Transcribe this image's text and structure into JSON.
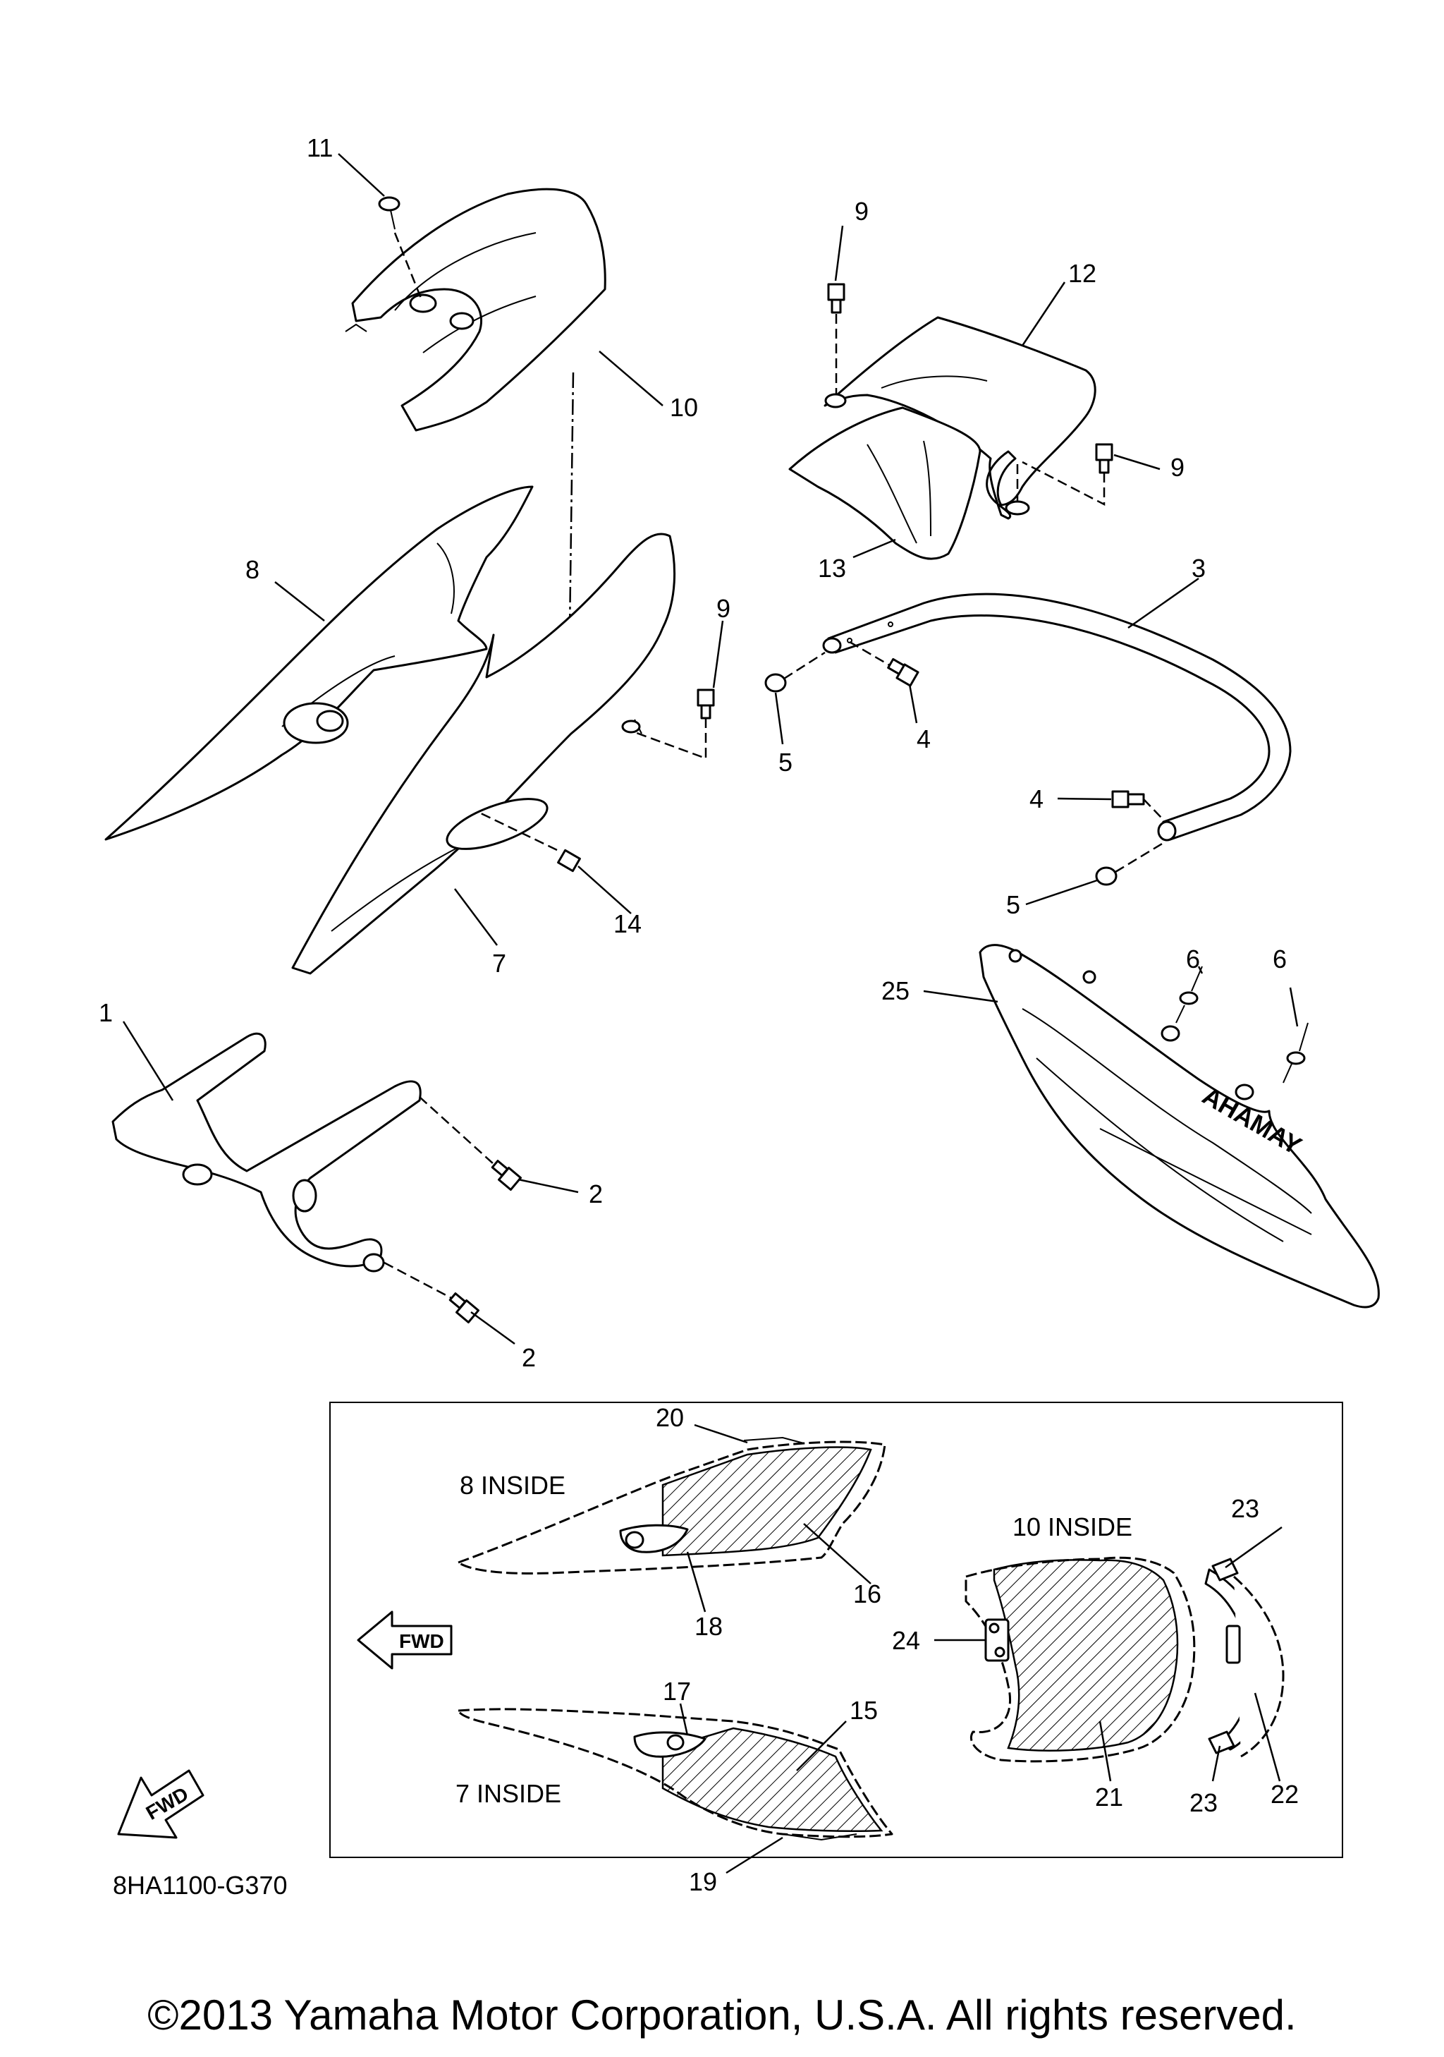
{
  "callouts": {
    "c1": "1",
    "c2a": "2",
    "c2b": "2",
    "c3": "3",
    "c4a": "4",
    "c4b": "4",
    "c5a": "5",
    "c5b": "5",
    "c6a": "6",
    "c6b": "6",
    "c7": "7",
    "c8": "8",
    "c9a": "9",
    "c9b": "9",
    "c9c": "9",
    "c10": "10",
    "c11": "11",
    "c12": "12",
    "c13": "13",
    "c14": "14",
    "c15": "15",
    "c16": "16",
    "c17": "17",
    "c18": "18",
    "c19": "19",
    "c20": "20",
    "c21": "21",
    "c22": "22",
    "c23a": "23",
    "c23b": "23",
    "c24": "24",
    "c25": "25"
  },
  "inset": {
    "label_8_inside": "8 INSIDE",
    "label_10_inside": "10 INSIDE",
    "label_7_inside": "7 INSIDE",
    "fwd_arrow": "FWD"
  },
  "fwd_badge": "FWD",
  "part_code": "8HA1100-G370",
  "copyright": "©2013 Yamaha Motor Corporation, U.S.A. All rights reserved."
}
